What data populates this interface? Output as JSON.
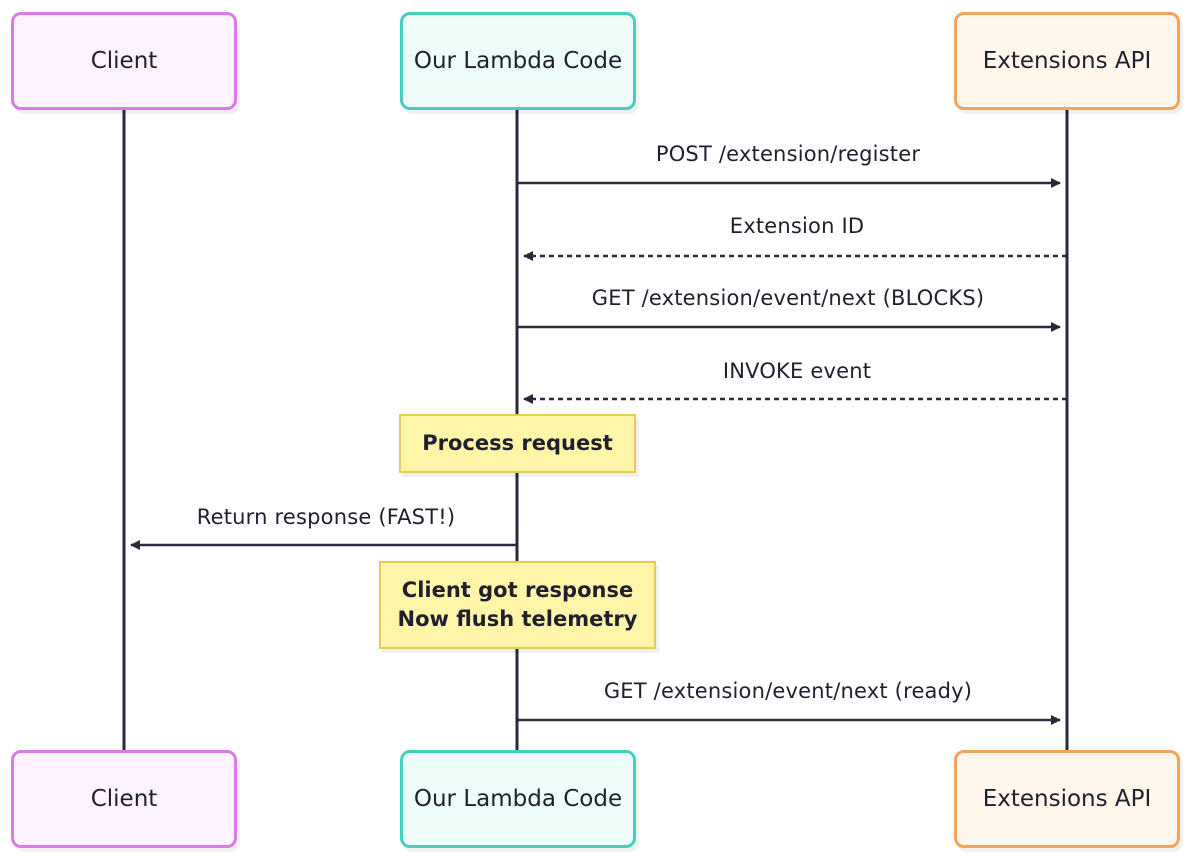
{
  "participants": {
    "client": "Client",
    "lambda": "Our Lambda Code",
    "extensions": "Extensions API"
  },
  "messages": [
    {
      "label": "POST /extension/register",
      "from": "lambda",
      "to": "extensions",
      "style": "solid"
    },
    {
      "label": "Extension ID",
      "from": "extensions",
      "to": "lambda",
      "style": "dashed"
    },
    {
      "label": "GET /extension/event/next (BLOCKS)",
      "from": "lambda",
      "to": "extensions",
      "style": "solid"
    },
    {
      "label": "INVOKE event",
      "from": "extensions",
      "to": "lambda",
      "style": "dashed"
    },
    {
      "label": "Return response (FAST!)",
      "from": "lambda",
      "to": "client",
      "style": "solid"
    },
    {
      "label": "GET /extension/event/next (ready)",
      "from": "lambda",
      "to": "extensions",
      "style": "solid"
    }
  ],
  "notes": {
    "process_request": "Process request",
    "flush_line1": "Client got response",
    "flush_line2": "Now flush telemetry"
  },
  "colors": {
    "client_border": "#d97ae8",
    "lambda_border": "#47cfbd",
    "extensions_border": "#f3a45c",
    "note_fill": "#fff5a8",
    "line": "#2a2a3c"
  }
}
